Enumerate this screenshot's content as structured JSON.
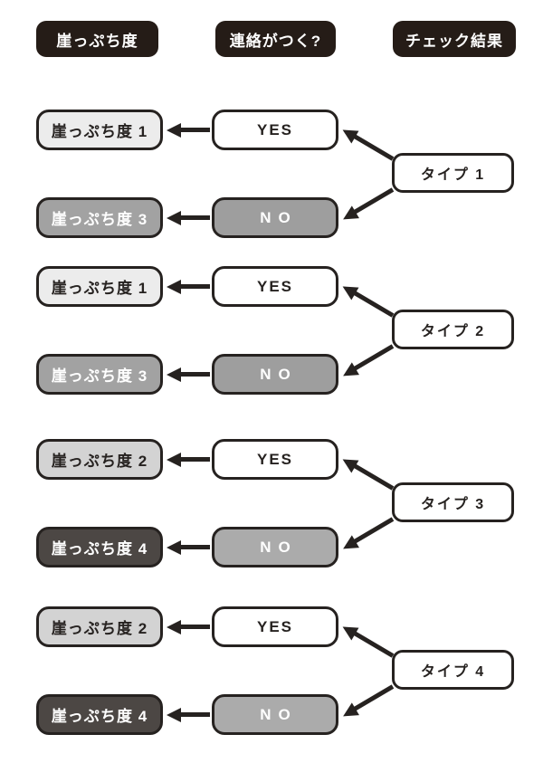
{
  "columns": [
    {
      "label": "崖っぷち度"
    },
    {
      "label": "連絡がつく?"
    },
    {
      "label": "チェック結果"
    }
  ],
  "groups": [
    {
      "type_label": "タイプ 1",
      "yes": {
        "answer": "YES",
        "result": "崖っぷち度 1",
        "result_level": 1
      },
      "no": {
        "answer": "NO",
        "result": "崖っぷち度 3",
        "result_level": 3
      }
    },
    {
      "type_label": "タイプ 2",
      "yes": {
        "answer": "YES",
        "result": "崖っぷち度 1",
        "result_level": 1
      },
      "no": {
        "answer": "NO",
        "result": "崖っぷち度 3",
        "result_level": 3
      }
    },
    {
      "type_label": "タイプ 3",
      "yes": {
        "answer": "YES",
        "result": "崖っぷち度 2",
        "result_level": 2
      },
      "no": {
        "answer": "NO",
        "result": "崖っぷち度 4",
        "result_level": 4
      }
    },
    {
      "type_label": "タイプ 4",
      "yes": {
        "answer": "YES",
        "result": "崖っぷち度 2",
        "result_level": 2
      },
      "no": {
        "answer": "NO",
        "result": "崖っぷち度 4",
        "result_level": 4
      }
    }
  ],
  "colors": {
    "ink": "#262220",
    "header_fill": "#251c17",
    "header_text": "#ffffff",
    "yes_fill": "#ffffff",
    "no_fill_type12": "#9e9e9e",
    "no_fill_type34": "#ababab",
    "level_fills": {
      "l1": "#ececec",
      "l2": "#d3d3d3",
      "l3": "#a2a2a2",
      "l4": "#4c4744"
    }
  }
}
